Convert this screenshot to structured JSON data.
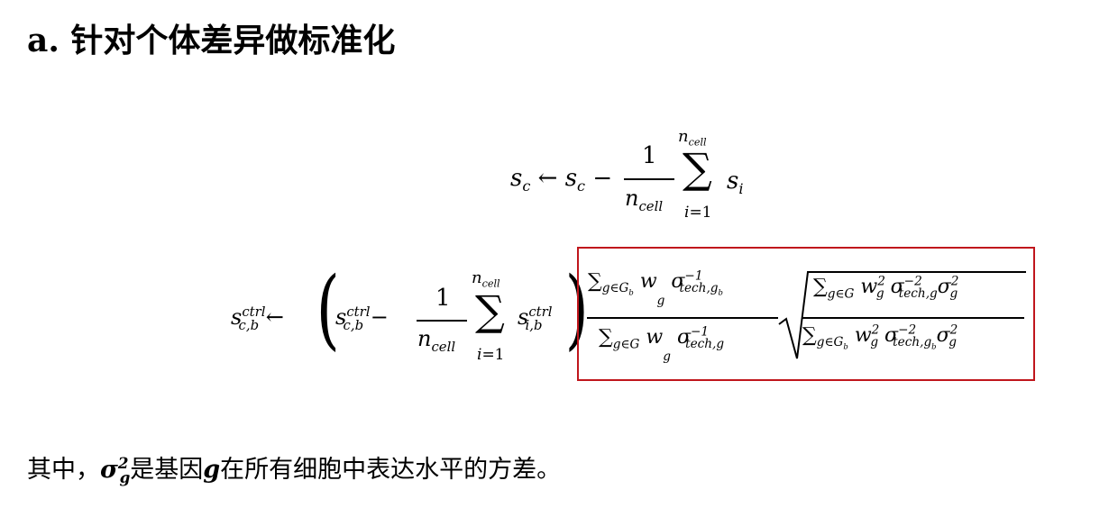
{
  "title": {
    "prefix": "a.",
    "text": "针对个体差异做标准化"
  },
  "equation1": {
    "lhs": "s_c ← s_c − (1 / n_cell) Σ_{i=1}^{n_cell} s_i"
  },
  "equation2": {
    "lhs": "s_{c,b}^{ctrl} ← ( s_{c,b}^{ctrl} − (1 / n_cell) Σ_{i=1}^{n_cell} s_{i,b}^{ctrl} )",
    "highlighted_factor": "[Σ_{g∈G_b} w_g σ_{tech,g_b}^{−1} / Σ_{g∈G} w_g σ_{tech,g}^{−1}] √( Σ_{g∈G} w_g^2 σ_{tech,g}^{−2} σ_g^2 / Σ_{g∈G_b} w_g^2 σ_{tech,g_b}^{−2} σ_g^2 )",
    "highlight_color": "#c0161c"
  },
  "footnote": {
    "part1": "其中，",
    "part2": "是基因",
    "part3": "在所有细胞中表达水平的方差。"
  }
}
